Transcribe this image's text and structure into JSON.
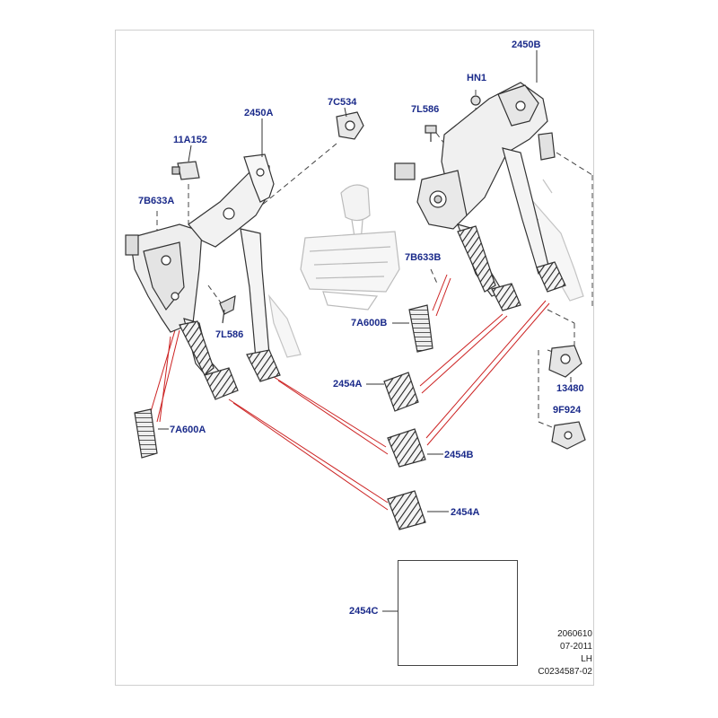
{
  "part_labels": {
    "l2450B": "2450B",
    "lHN1": "HN1",
    "l7L586a": "7L586",
    "l7C534": "7C534",
    "l2450A": "2450A",
    "l11A152": "11A152",
    "l7B633A": "7B633A",
    "l7B633B": "7B633B",
    "l7A600B": "7A600B",
    "l7L586b": "7L586",
    "l2454A_1": "2454A",
    "l2454B": "2454B",
    "l2454A_2": "2454A",
    "l7A600A": "7A600A",
    "l13480": "13480",
    "l9F924": "9F924",
    "l2454C": "2454C"
  },
  "footer": {
    "code": "2060610",
    "date": "07-2011",
    "side": "LH",
    "ref": "C0234587-02"
  },
  "colors": {
    "label": "#1a2a8a",
    "callout_line": "#cc2222",
    "part_stroke": "#333333"
  }
}
